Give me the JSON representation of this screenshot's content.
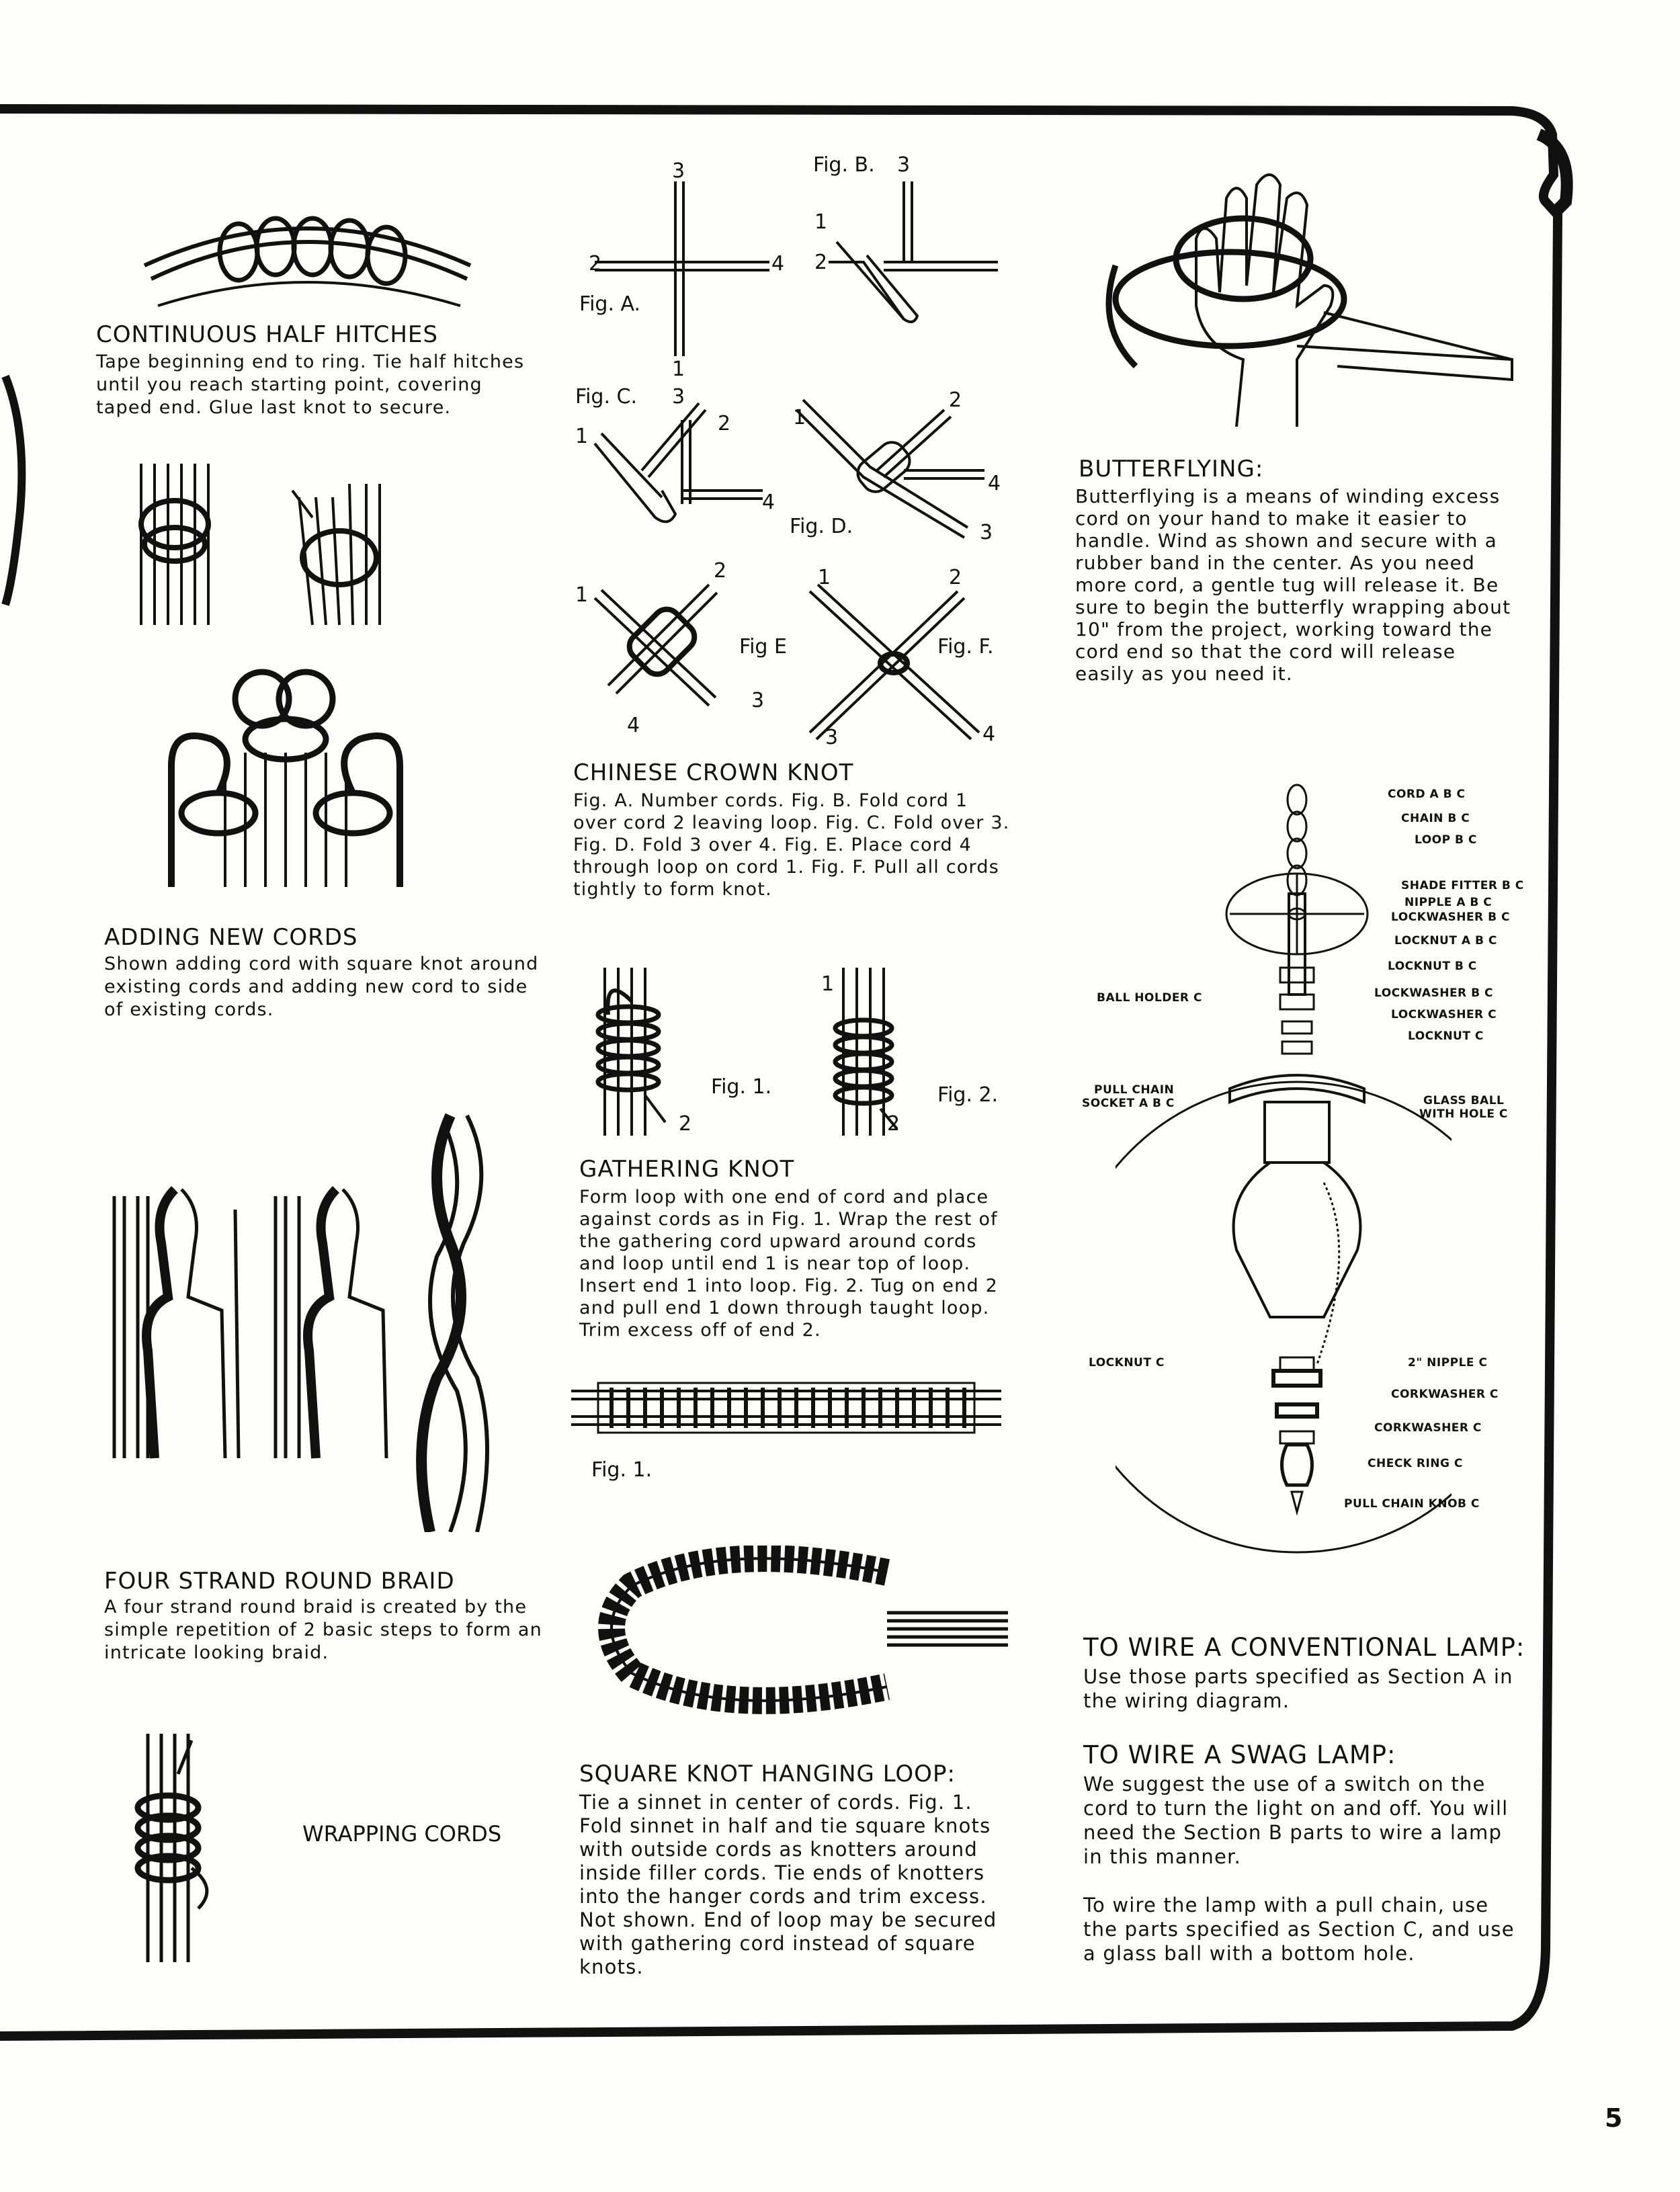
{
  "page_number": "5",
  "continuous_half_hitches": {
    "heading": "CONTINUOUS HALF HITCHES",
    "body": "Tape beginning end to ring. Tie half hitches until you reach starting point, covering taped end. Glue last knot to secure."
  },
  "adding_new_cords": {
    "heading": "ADDING NEW CORDS",
    "body": "Shown adding cord with square knot around existing cords and adding new cord to side of existing cords."
  },
  "four_strand_round_braid": {
    "heading": "FOUR STRAND ROUND BRAID",
    "body": "A four strand round braid is created by the simple repetition of 2 basic steps to form an intricate looking braid."
  },
  "wrapping_cords": {
    "label": "WRAPPING CORDS"
  },
  "chinese_crown_knot": {
    "heading": "CHINESE CROWN KNOT",
    "body": "Fig. A. Number cords. Fig. B. Fold cord 1 over cord 2 leaving loop. Fig. C. Fold over 3. Fig. D. Fold 3 over 4. Fig. E. Place cord 4 through loop on cord 1. Fig. F. Pull all cords tightly to form knot.",
    "fig_labels": {
      "a": "Fig. A.",
      "b": "Fig. B.",
      "c": "Fig. C.",
      "d": "Fig. D.",
      "e": "Fig E",
      "f": "Fig. F."
    },
    "nums": {
      "one": "1",
      "two": "2",
      "three": "3",
      "four": "4"
    }
  },
  "gathering_knot": {
    "heading": "GATHERING KNOT",
    "body": "Form loop with one end of cord and place against cords as in Fig. 1. Wrap the rest of the gathering cord upward around cords and loop until end 1 is near top of loop. Insert end 1 into loop. Fig. 2. Tug on end 2 and pull end 1 down through taught loop. Trim excess off of end 2.",
    "fig1": "Fig. 1.",
    "fig2": "Fig. 2."
  },
  "square_knot_hanging_loop": {
    "fig1": "Fig. 1.",
    "heading": "SQUARE KNOT HANGING LOOP:",
    "body": "Tie a sinnet in center of cords. Fig. 1. Fold sinnet in half and tie square knots with outside cords as knotters around inside filler cords. Tie ends of knotters into the hanger cords and trim excess. Not shown. End of loop may be secured with gathering cord instead of square knots."
  },
  "butterflying": {
    "heading": "BUTTERFLYING:",
    "body": "Butterflying is a means of winding excess cord on your hand to make it easier to handle. Wind as shown and secure with a rubber band in the center. As you need more cord, a gentle tug will release it. Be sure to begin the butterfly wrapping about 10\" from the project, working toward the cord end so that the cord will release easily as you need it."
  },
  "wiring_diagram": {
    "labels": {
      "cord": "CORD A B C",
      "chain": "CHAIN B C",
      "loop": "LOOP B C",
      "shade_fitter": "SHADE FITTER B C",
      "nipple": "NIPPLE A B C",
      "lockwasher_bc1": "LOCKWASHER B C",
      "locknut_abc": "LOCKNUT A B C",
      "locknut_bc": "LOCKNUT B C",
      "ball_holder": "BALL HOLDER C",
      "lockwasher_bc2": "LOCKWASHER B C",
      "lockwasher_c": "LOCKWASHER C",
      "locknut_c_top": "LOCKNUT C",
      "pull_chain_1": "PULL CHAIN",
      "pull_chain_2": "SOCKET A B C",
      "glass_ball_1": "GLASS BALL",
      "glass_ball_2": "WITH HOLE C",
      "locknut_c_bottom": "LOCKNUT C",
      "nipple_2in": "2\" NIPPLE C",
      "corkwasher_1": "CORKWASHER C",
      "corkwasher_2": "CORKWASHER C",
      "check_ring": "CHECK RING C",
      "pull_chain_knob": "PULL CHAIN KNOB C"
    }
  },
  "wire_conventional": {
    "heading": "TO WIRE A CONVENTIONAL LAMP:",
    "body": "Use those parts specified as Section A in the wiring diagram."
  },
  "wire_swag": {
    "heading": "TO WIRE A SWAG LAMP:",
    "body1": "We suggest the use of a switch on the cord to turn the light on and off. You will need the Section B parts to wire a lamp in this manner.",
    "body2": "To wire the lamp with a pull chain, use the parts specified as Section C, and use a glass ball with a bottom hole."
  }
}
